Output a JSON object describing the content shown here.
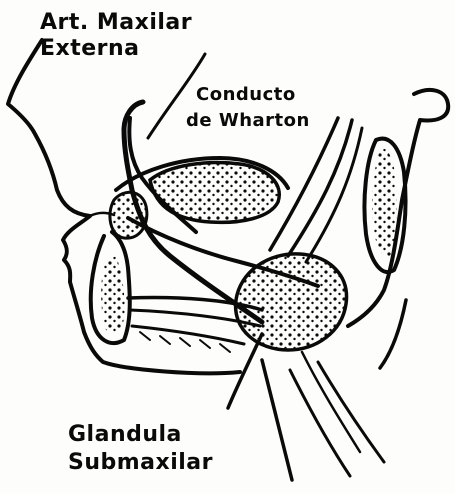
{
  "labels": {
    "artery_line1": "Art. Maxilar",
    "artery_line2": "Externa",
    "duct_line1": "Conducto",
    "duct_line2": "de Wharton",
    "gland_line1": "Glandula",
    "gland_line2": "Submaxilar"
  },
  "colors": {
    "ink": "#0a0a0a",
    "paper": "#fdfdfb"
  }
}
